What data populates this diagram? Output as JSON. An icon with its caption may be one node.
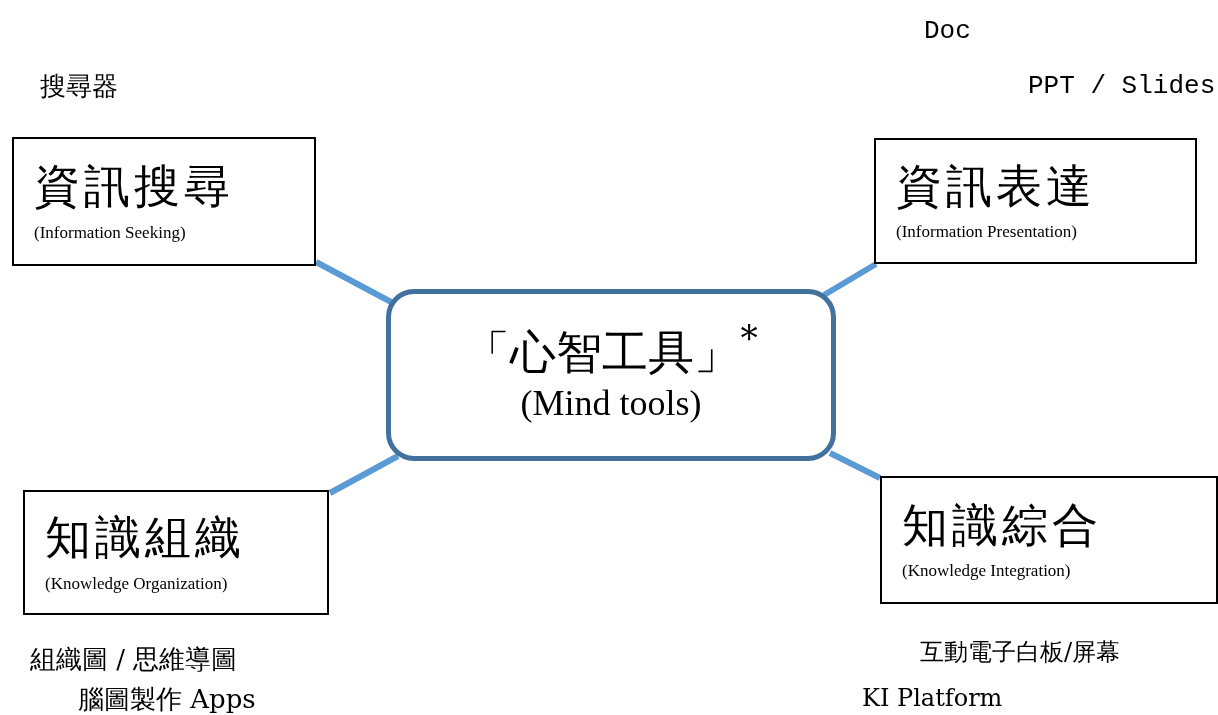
{
  "diagram": {
    "nodes": [
      {
        "text": [
          "「心智工具」$^{*}$",
          "(Mind tools)"
        ]
      },
      {
        "text": [
          "資訊搜尋",
          "(Information Seeking)"
        ],
        "beside": [
          "搜尋器"
        ]
      },
      {
        "text": [
          "資訊表達",
          "(Information Presentation)"
        ],
        "beside": [
          "Doc",
          "PPT / Slides"
        ]
      },
      {
        "text": [
          "知識組織",
          "(Knowledge Organization)"
        ],
        "beside": [
          "組織圖 / 思維導圖",
          "腦圖製作 Apps"
        ]
      },
      {
        "text": [
          "知識綜合",
          "(Knowledge Integration)"
        ],
        "beside": [
          "互動電子白板/屏幕",
          "KI Platform"
        ]
      }
    ],
    "edges": [
      {
        "from": 1,
        "to": 0,
        "arrow": "none"
      },
      {
        "from": 2,
        "to": 0,
        "arrow": "none"
      },
      {
        "from": 3,
        "to": 0,
        "arrow": "none"
      },
      {
        "from": 4,
        "to": 0,
        "arrow": "none"
      }
    ]
  }
}
